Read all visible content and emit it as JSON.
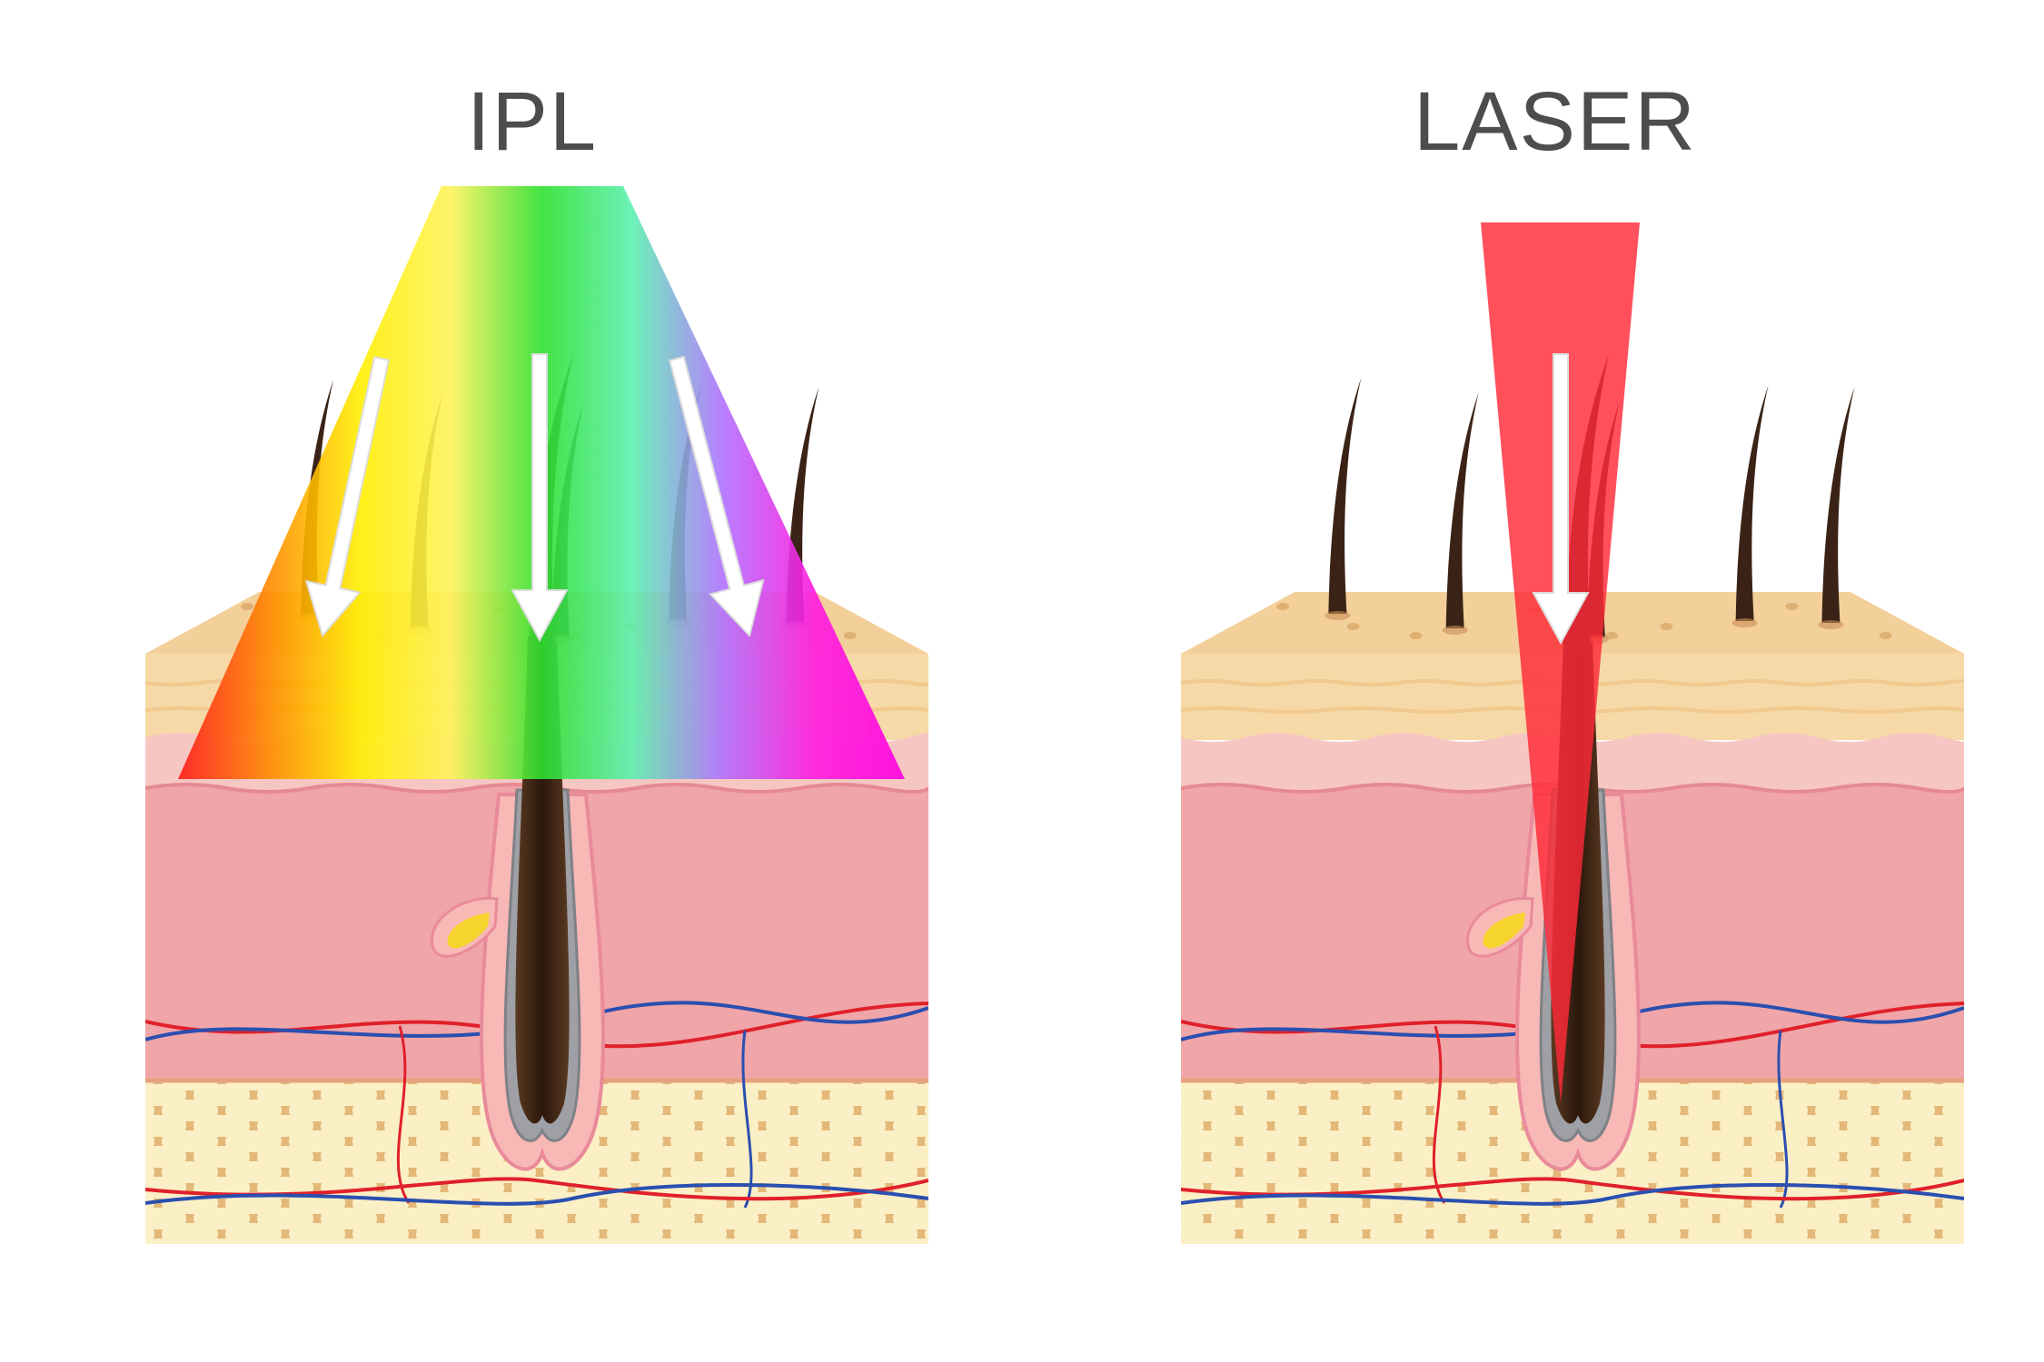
{
  "panels": [
    {
      "id": "ipl",
      "title": "IPL",
      "beam": {
        "type": "broad-spectrum",
        "spectrum_colors": [
          "#ff1a1a",
          "#ff8a00",
          "#ffee00",
          "#fff35a",
          "#2ee02e",
          "#5cf0b0",
          "#b070ff",
          "#ff1adf",
          "#ff00e0"
        ]
      }
    },
    {
      "id": "laser",
      "title": "LASER",
      "beam": {
        "type": "single-wavelength",
        "spectrum_colors": [
          "#ff2a38"
        ]
      }
    }
  ],
  "colors": {
    "title": "#4d4d4d",
    "epidermis": "#f6d9a6",
    "epidermis_surface": "#f3cf9a",
    "papillary_layer": "#f6c7c2",
    "dermis": "#f0a5a8",
    "fat_background": "#e3b878",
    "fat_cells": "#fbefc6",
    "hair": "#3a2316",
    "follicle_sheath": "#f7b8b6",
    "sebaceous_gland": "#f5d42e",
    "artery": "#e0202a",
    "vein": "#2a4fb0",
    "arrow": "#ffffff"
  }
}
